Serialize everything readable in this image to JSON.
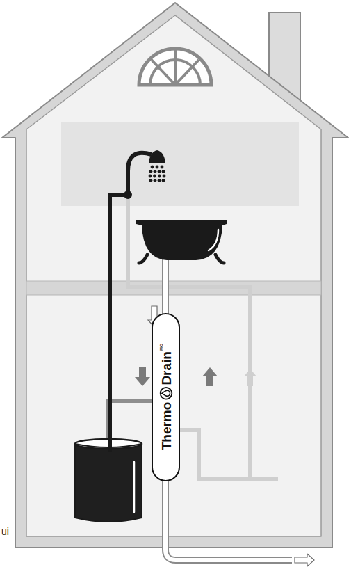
{
  "diagram": {
    "nodes": [
      {
        "text": [
          "Thermo",
          "Drain",
          "MC"
        ]
      }
    ],
    "labels": [
      "ui"
    ]
  }
}
